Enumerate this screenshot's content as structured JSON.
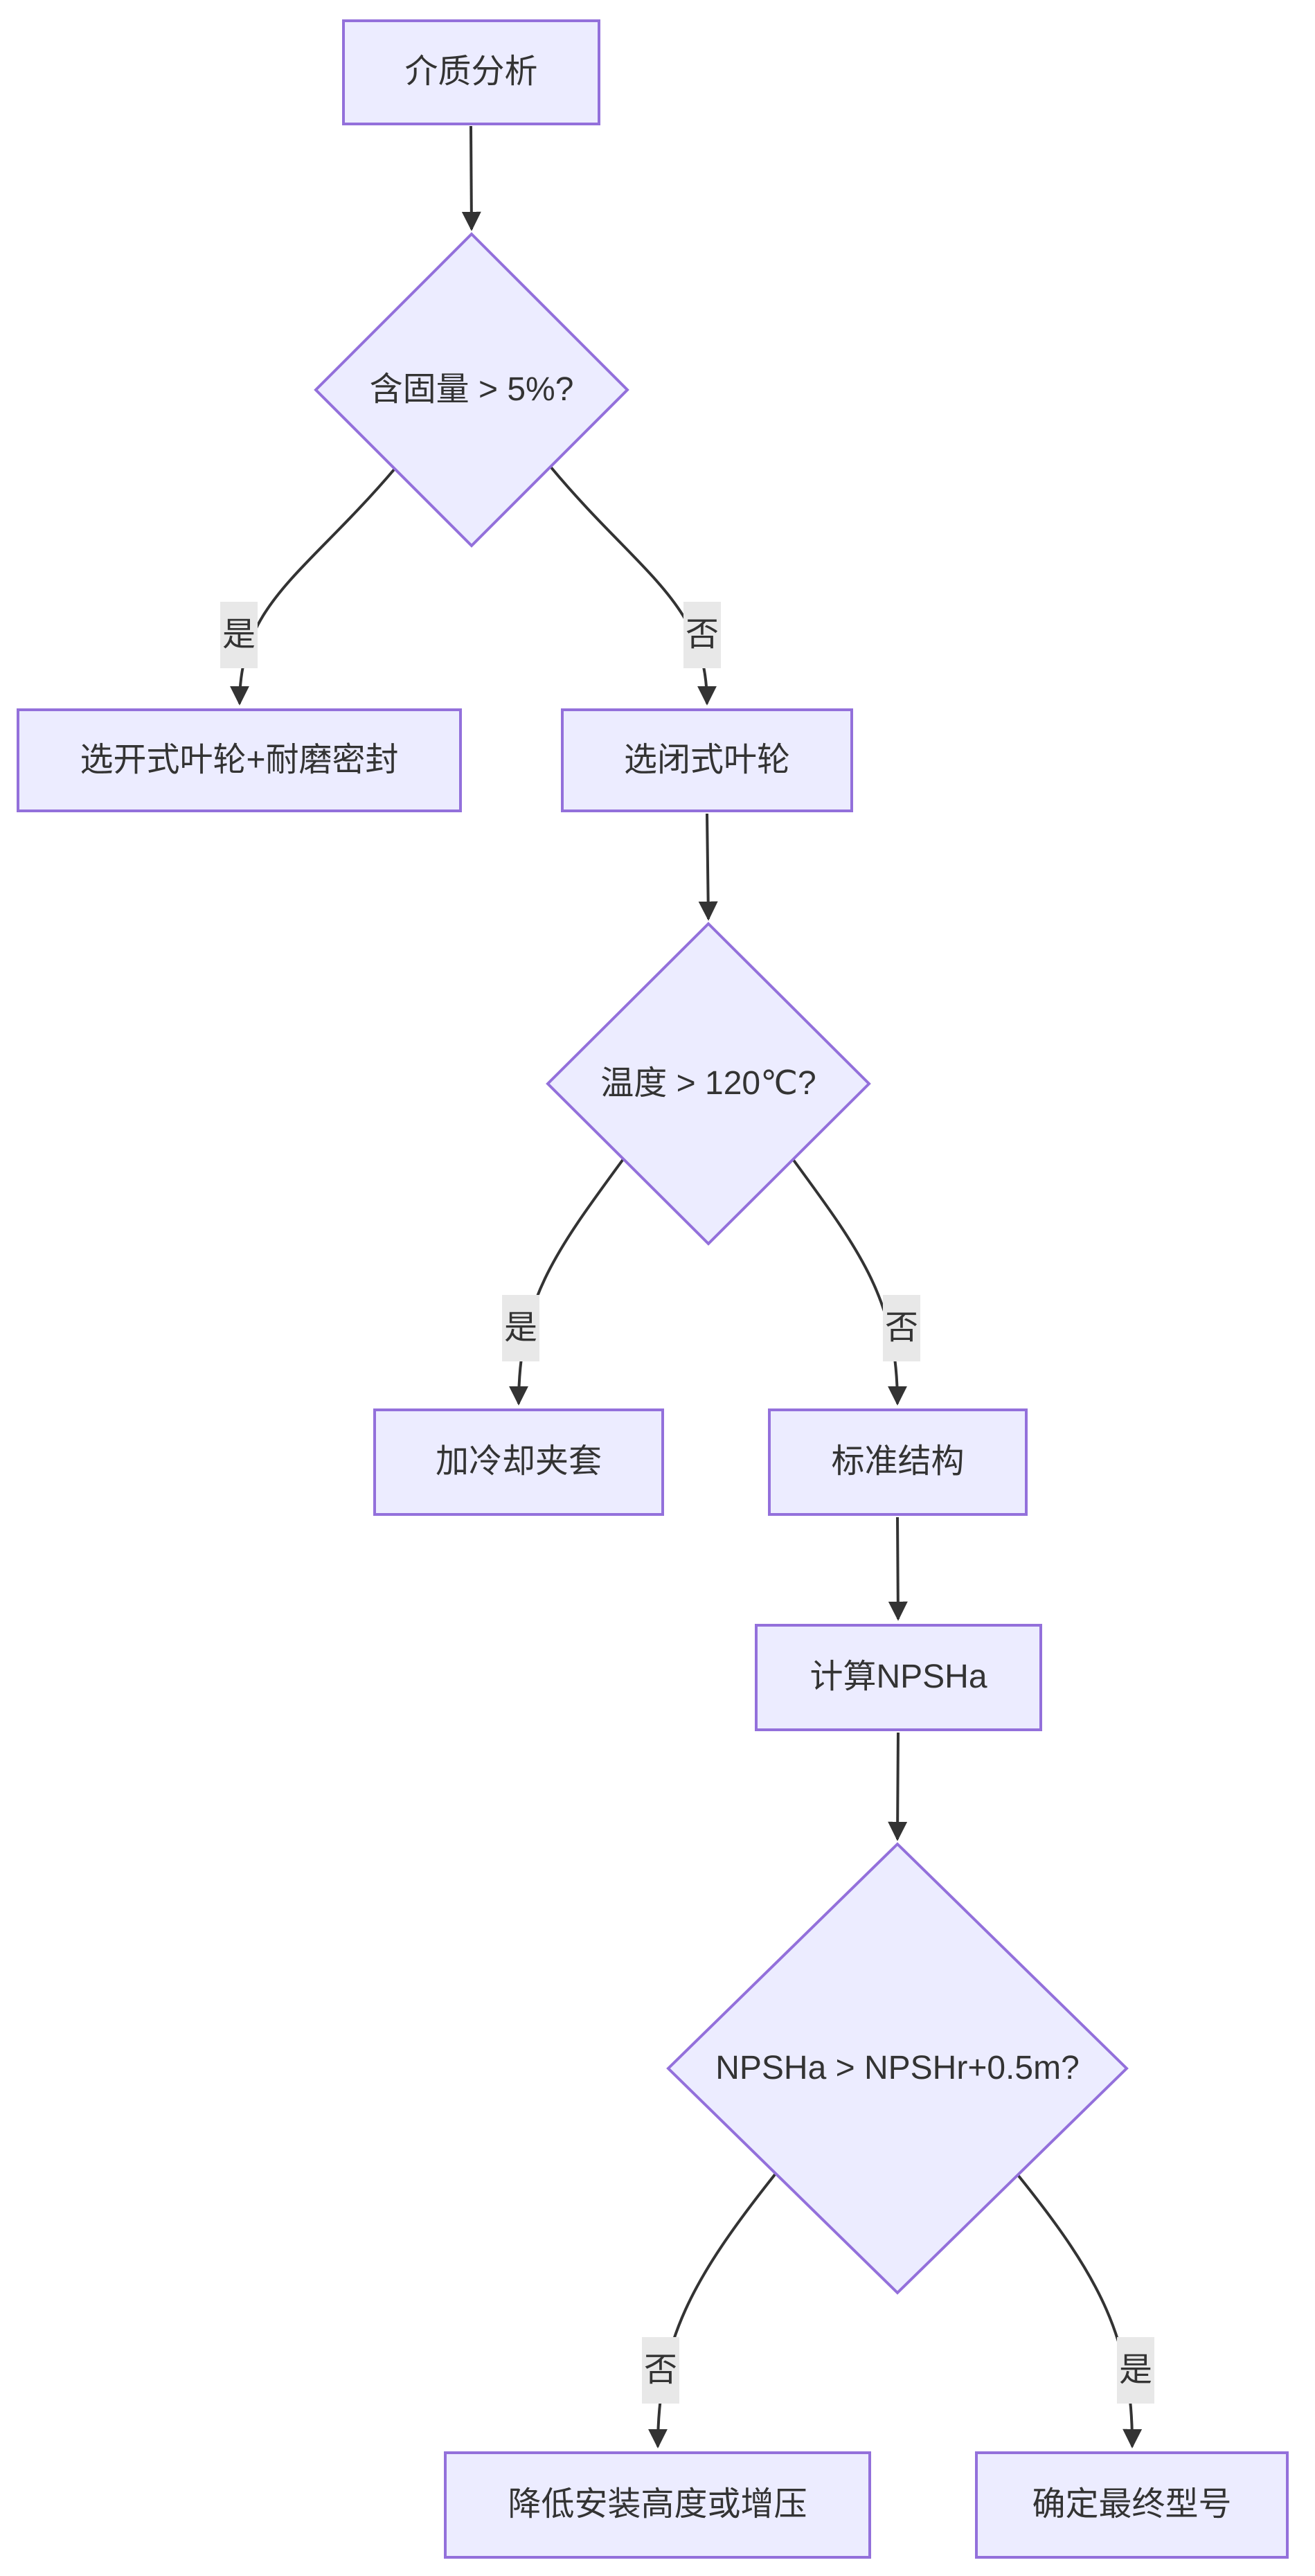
{
  "diagram": {
    "type": "flowchart",
    "direction": "top-down",
    "colors": {
      "background": "#ffffff",
      "node_fill": "#ECECFF",
      "node_border": "#9370DB",
      "edge_color": "#333333",
      "label_bg": "#e8e8e8",
      "text_color": "#333333"
    },
    "nodes": {
      "media_analysis": {
        "label": "介质分析",
        "shape": "rect"
      },
      "solid_content_decision": {
        "label": "含固量 > 5%?",
        "shape": "diamond"
      },
      "open_impeller": {
        "label": "选开式叶轮+耐磨密封",
        "shape": "rect"
      },
      "closed_impeller": {
        "label": "选闭式叶轮",
        "shape": "rect"
      },
      "temperature_decision": {
        "label": "温度 > 120℃?",
        "shape": "diamond"
      },
      "cooling_jacket": {
        "label": "加冷却夹套",
        "shape": "rect"
      },
      "standard_structure": {
        "label": "标准结构",
        "shape": "rect"
      },
      "calc_npsha": {
        "label": "计算NPSHa",
        "shape": "rect"
      },
      "npsh_decision": {
        "label": "NPSHa > NPSHr+0.5m?",
        "shape": "diamond"
      },
      "lower_installation": {
        "label": "降低安装高度或增压",
        "shape": "rect"
      },
      "final_model": {
        "label": "确定最终型号",
        "shape": "rect"
      }
    },
    "edge_labels": {
      "solid_yes": "是",
      "solid_no": "否",
      "temp_yes": "是",
      "temp_no": "否",
      "npsh_no": "否",
      "npsh_yes": "是"
    }
  }
}
